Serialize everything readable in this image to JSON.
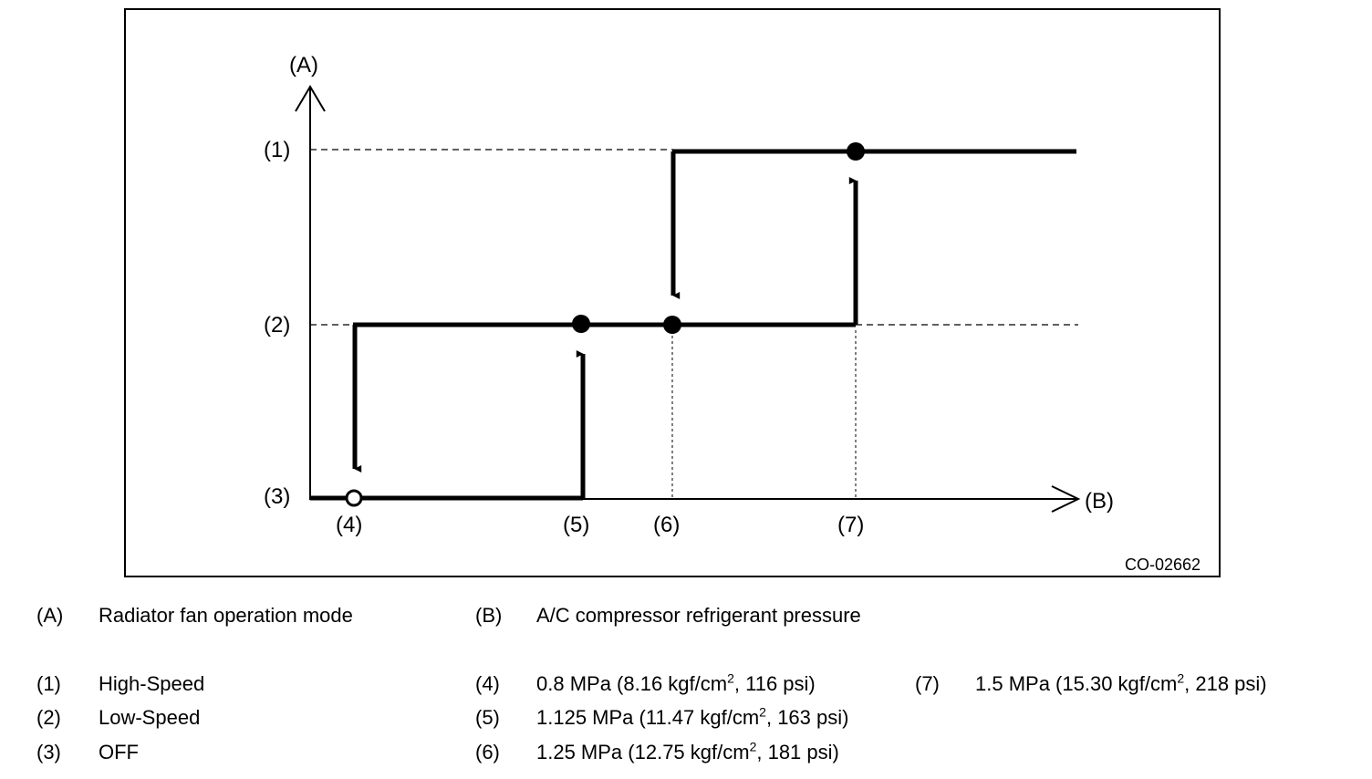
{
  "diagram": {
    "axis_a_label": "(A)",
    "axis_b_label": "(B)",
    "level_labels": [
      "(1)",
      "(2)",
      "(3)"
    ],
    "point_labels": [
      "(4)",
      "(5)",
      "(6)",
      "(7)"
    ],
    "figure_code": "CO-02662"
  },
  "legend": {
    "axes": [
      {
        "key": "(A)",
        "text": "Radiator fan operation mode"
      },
      {
        "key": "(B)",
        "text": "A/C compressor refrigerant pressure"
      }
    ],
    "modes": [
      {
        "key": "(1)",
        "text": "High-Speed"
      },
      {
        "key": "(2)",
        "text": "Low-Speed"
      },
      {
        "key": "(3)",
        "text": "OFF"
      }
    ],
    "pressures": [
      {
        "key": "(4)",
        "pre": "0.8 MPa (8.16 kgf/cm",
        "sup": "2",
        "post": ", 116 psi)"
      },
      {
        "key": "(5)",
        "pre": "1.125 MPa (11.47 kgf/cm",
        "sup": "2",
        "post": ", 163 psi)"
      },
      {
        "key": "(6)",
        "pre": "1.25 MPa (12.75 kgf/cm",
        "sup": "2",
        "post": ", 181 psi)"
      },
      {
        "key": "(7)",
        "pre": "1.5 MPa (15.30 kgf/cm",
        "sup": "2",
        "post": ", 218 psi)"
      }
    ]
  }
}
